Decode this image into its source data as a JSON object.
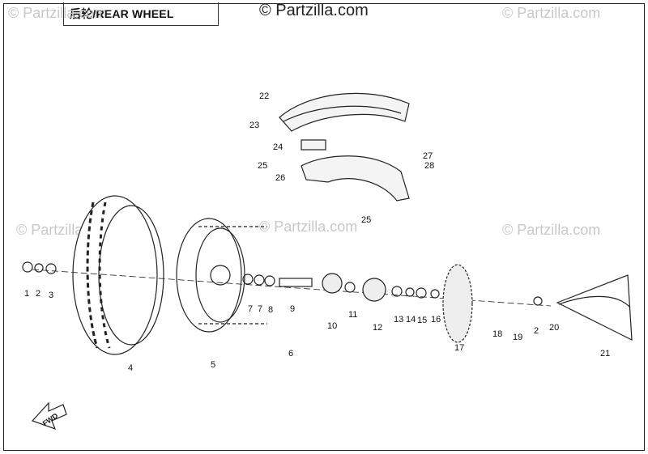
{
  "title": "后轮/REAR WHEEL",
  "watermark_main": "© Partzilla.com",
  "watermark": "© Partzilla.com",
  "direction_label": "FWD",
  "callouts": [
    "1",
    "2",
    "3",
    "4",
    "5",
    "6",
    "7",
    "7",
    "8",
    "9",
    "10",
    "11",
    "12",
    "13",
    "14",
    "15",
    "16",
    "17",
    "18",
    "19",
    "2",
    "20",
    "21",
    "22",
    "23",
    "24",
    "25",
    "26",
    "27",
    "28",
    "25"
  ]
}
